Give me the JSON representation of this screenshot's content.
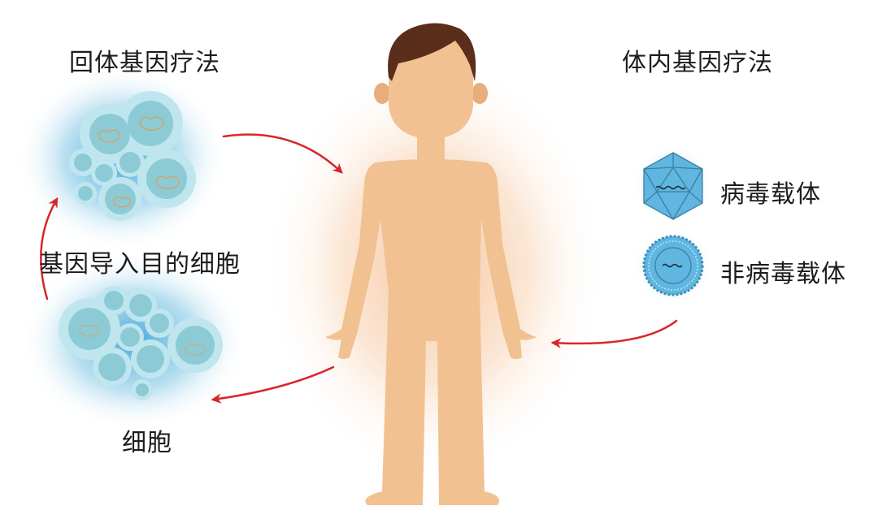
{
  "diagram": {
    "title_left": "回体基因疗法",
    "title_right": "体内基因疗法",
    "left_cycle": {
      "modified_cells_label": "基因导入目的细胞",
      "cells_label": "细胞"
    },
    "vectors": [
      {
        "label": "病毒载体",
        "icon": "icosahedral-virus-icon"
      },
      {
        "label": "非病毒载体",
        "icon": "liposome-nanoparticle-icon"
      }
    ],
    "figure": "human-body-icon",
    "colors": {
      "arrow": "#d8262c",
      "cell_glow": "#5ab4dc",
      "cell_fill": "#a9dbe6",
      "skin": "#f2c191",
      "hair": "#5a2e1a",
      "body_glow": "#f6c9a0",
      "vector_fill": "#5fb6e0"
    }
  }
}
